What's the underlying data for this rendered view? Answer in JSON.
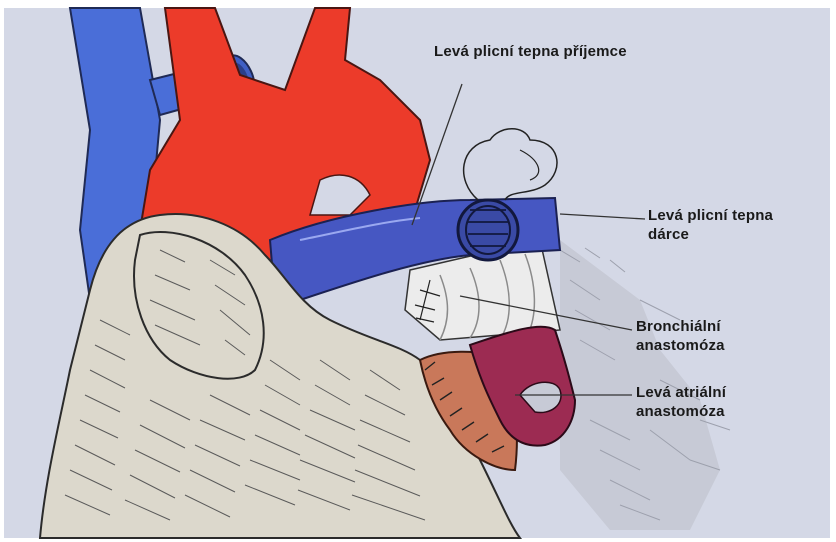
{
  "labels": {
    "recipient_pa": "Levá plicní tepna příjemce",
    "donor_pa_line1": "Levá plicní tepna",
    "donor_pa_line2": "dárce",
    "bronchial_line1": "Bronchiální",
    "bronchial_line2": "anastomóza",
    "atrial_line1": "Levá atriální",
    "atrial_line2": "anastomóza"
  },
  "colors": {
    "background": "#d4d8e6",
    "vein_blue": "#4a6ed8",
    "artery_red": "#ec3b2a",
    "heart_tissue": "#dcd8cc",
    "pulmonary_blue": "#4657c2",
    "atrium_crimson": "#9c2b52",
    "atrial_cuff": "#c9785a",
    "bronchus": "#ececec"
  }
}
